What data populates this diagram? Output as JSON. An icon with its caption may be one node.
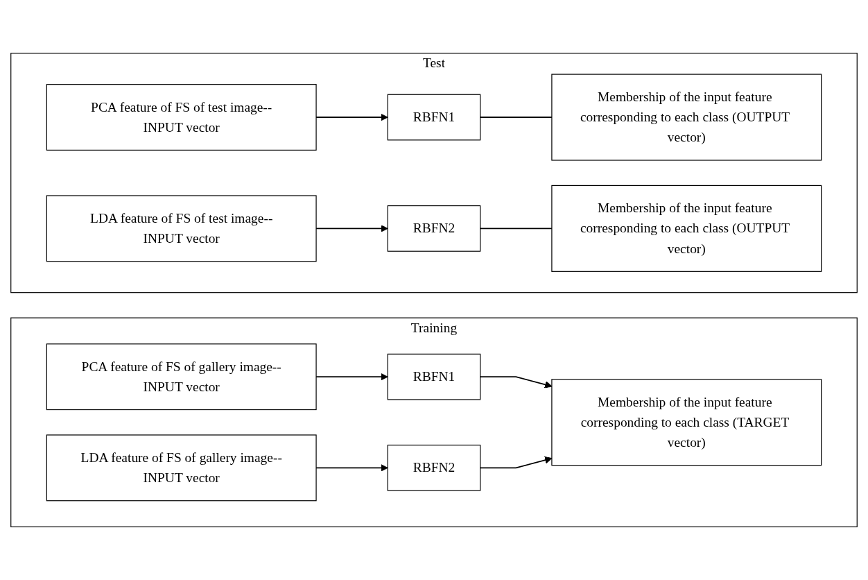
{
  "diagram": {
    "nodes": [
      {
        "text": [
          "Training"
        ]
      },
      {
        "text": [
          "PCA feature of FS of gallery image--INPUT vector"
        ],
        "in": 0
      },
      {
        "text": [
          "RBFN1"
        ],
        "in": 0
      },
      {
        "text": [
          "Membership of the input feature corresponding to each class (TARGET vector)"
        ],
        "in": 0
      },
      {
        "text": [
          "LDA feature of FS of gallery image--INPUT vector"
        ],
        "in": 0
      },
      {
        "text": [
          "RBFN2"
        ],
        "in": 0
      },
      {
        "text": [
          "Test"
        ]
      },
      {
        "text": [
          "PCA feature of FS of test image--INPUT vector"
        ],
        "in": 6
      },
      {
        "text": [
          "RBFN1"
        ],
        "in": 6
      },
      {
        "text": [
          "Membership of the input feature corresponding to each class (OUTPUT vector)"
        ],
        "in": 6
      },
      {
        "text": [
          "LDA feature of FS of test image--INPUT vector"
        ],
        "in": 6
      },
      {
        "text": [
          "RBFN2"
        ],
        "in": 6
      },
      {
        "text": [
          "Membership of the input feature corresponding to each class (OUTPUT vector)"
        ],
        "in": 6
      }
    ],
    "edges": [
      {
        "from": 1,
        "to": 2,
        "arrow": "to"
      },
      {
        "from": 2,
        "to": 3,
        "arrow": "to"
      },
      {
        "from": 4,
        "to": 5,
        "arrow": "to"
      },
      {
        "from": 5,
        "to": 3,
        "arrow": "to"
      },
      {
        "from": 7,
        "to": 8,
        "arrow": "to"
      },
      {
        "from": 8,
        "to": 9,
        "arrow": "none"
      },
      {
        "from": 10,
        "to": 11,
        "arrow": "to"
      },
      {
        "from": 11,
        "to": 12,
        "arrow": "none"
      }
    ]
  }
}
